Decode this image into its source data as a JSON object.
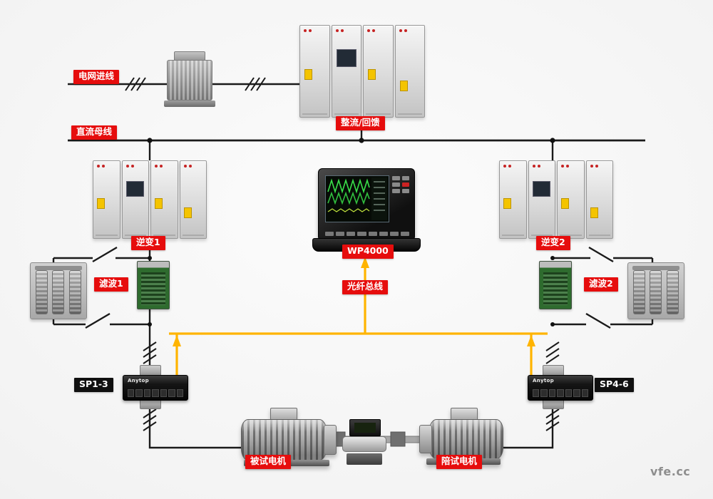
{
  "watermark": "vfe.cc",
  "colors": {
    "label_red": "#e60d0d",
    "label_black": "#101010",
    "wire_black": "#1a1a1a",
    "fiber_yellow": "#ffb400",
    "waveform_green": "#39e04a"
  },
  "labels": {
    "grid_incoming": "电网进线",
    "dc_bus": "直流母线",
    "rectifier_feedback": "整流/回馈",
    "inverter_1": "逆变1",
    "inverter_2": "逆变2",
    "analyzer": "WP4000",
    "fiber_bus": "光纤总线",
    "filter_1": "滤波1",
    "filter_2": "滤波2",
    "sp_left": "SP1-3",
    "sp_right": "SP4-6",
    "motor_under_test": "被试电机",
    "accompany_motor": "陪试电机"
  },
  "devices": {
    "sp_brand": "Anytop"
  }
}
